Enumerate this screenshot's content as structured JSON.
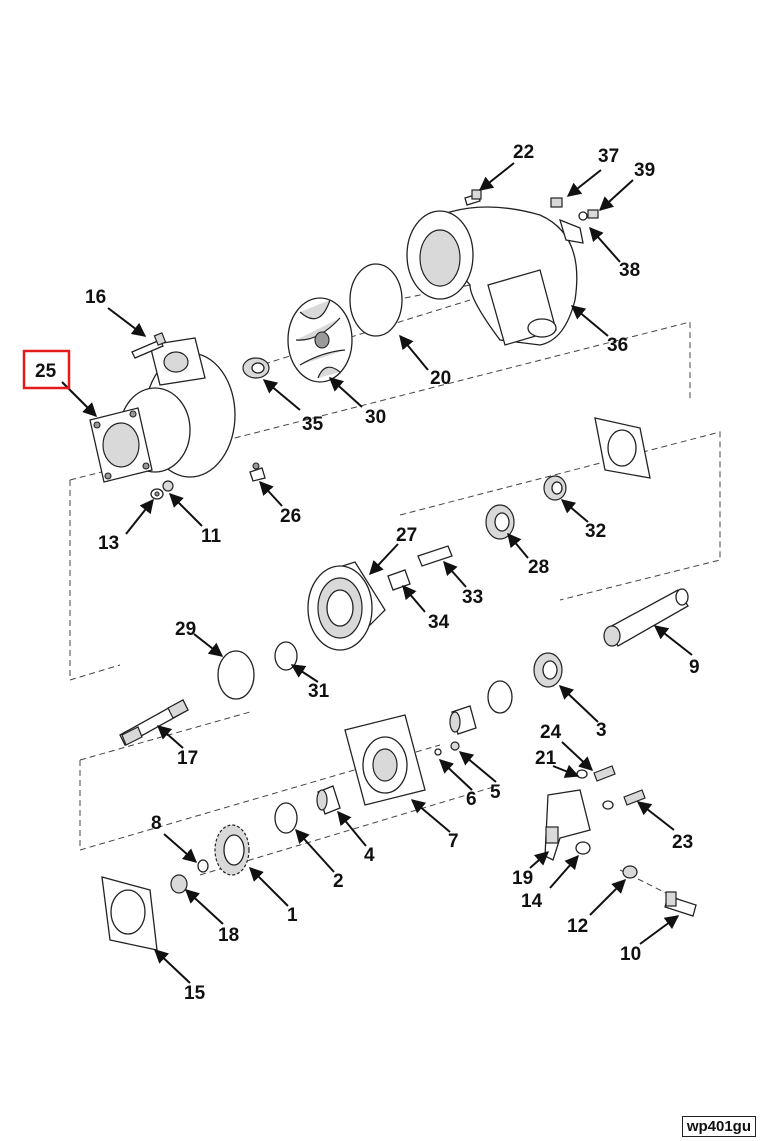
{
  "figure": {
    "id_label": "wp401gu",
    "highlighted_callout": "25",
    "highlight_color": "#e31b1b"
  },
  "callouts": {
    "c1": "1",
    "c2": "2",
    "c3": "3",
    "c4": "4",
    "c5": "5",
    "c6": "6",
    "c7": "7",
    "c8": "8",
    "c9": "9",
    "c10": "10",
    "c11": "11",
    "c12": "12",
    "c13": "13",
    "c14": "14",
    "c15": "15",
    "c16": "16",
    "c17": "17",
    "c18": "18",
    "c19": "19",
    "c20": "20",
    "c21": "21",
    "c22": "22",
    "c23": "23",
    "c24": "24",
    "c25": "25",
    "c26": "26",
    "c27": "27",
    "c28": "28",
    "c29": "29",
    "c30": "30",
    "c31": "31",
    "c32": "32",
    "c33": "33",
    "c34": "34",
    "c35": "35",
    "c36": "36",
    "c37": "37",
    "c38": "38",
    "c39": "39"
  }
}
